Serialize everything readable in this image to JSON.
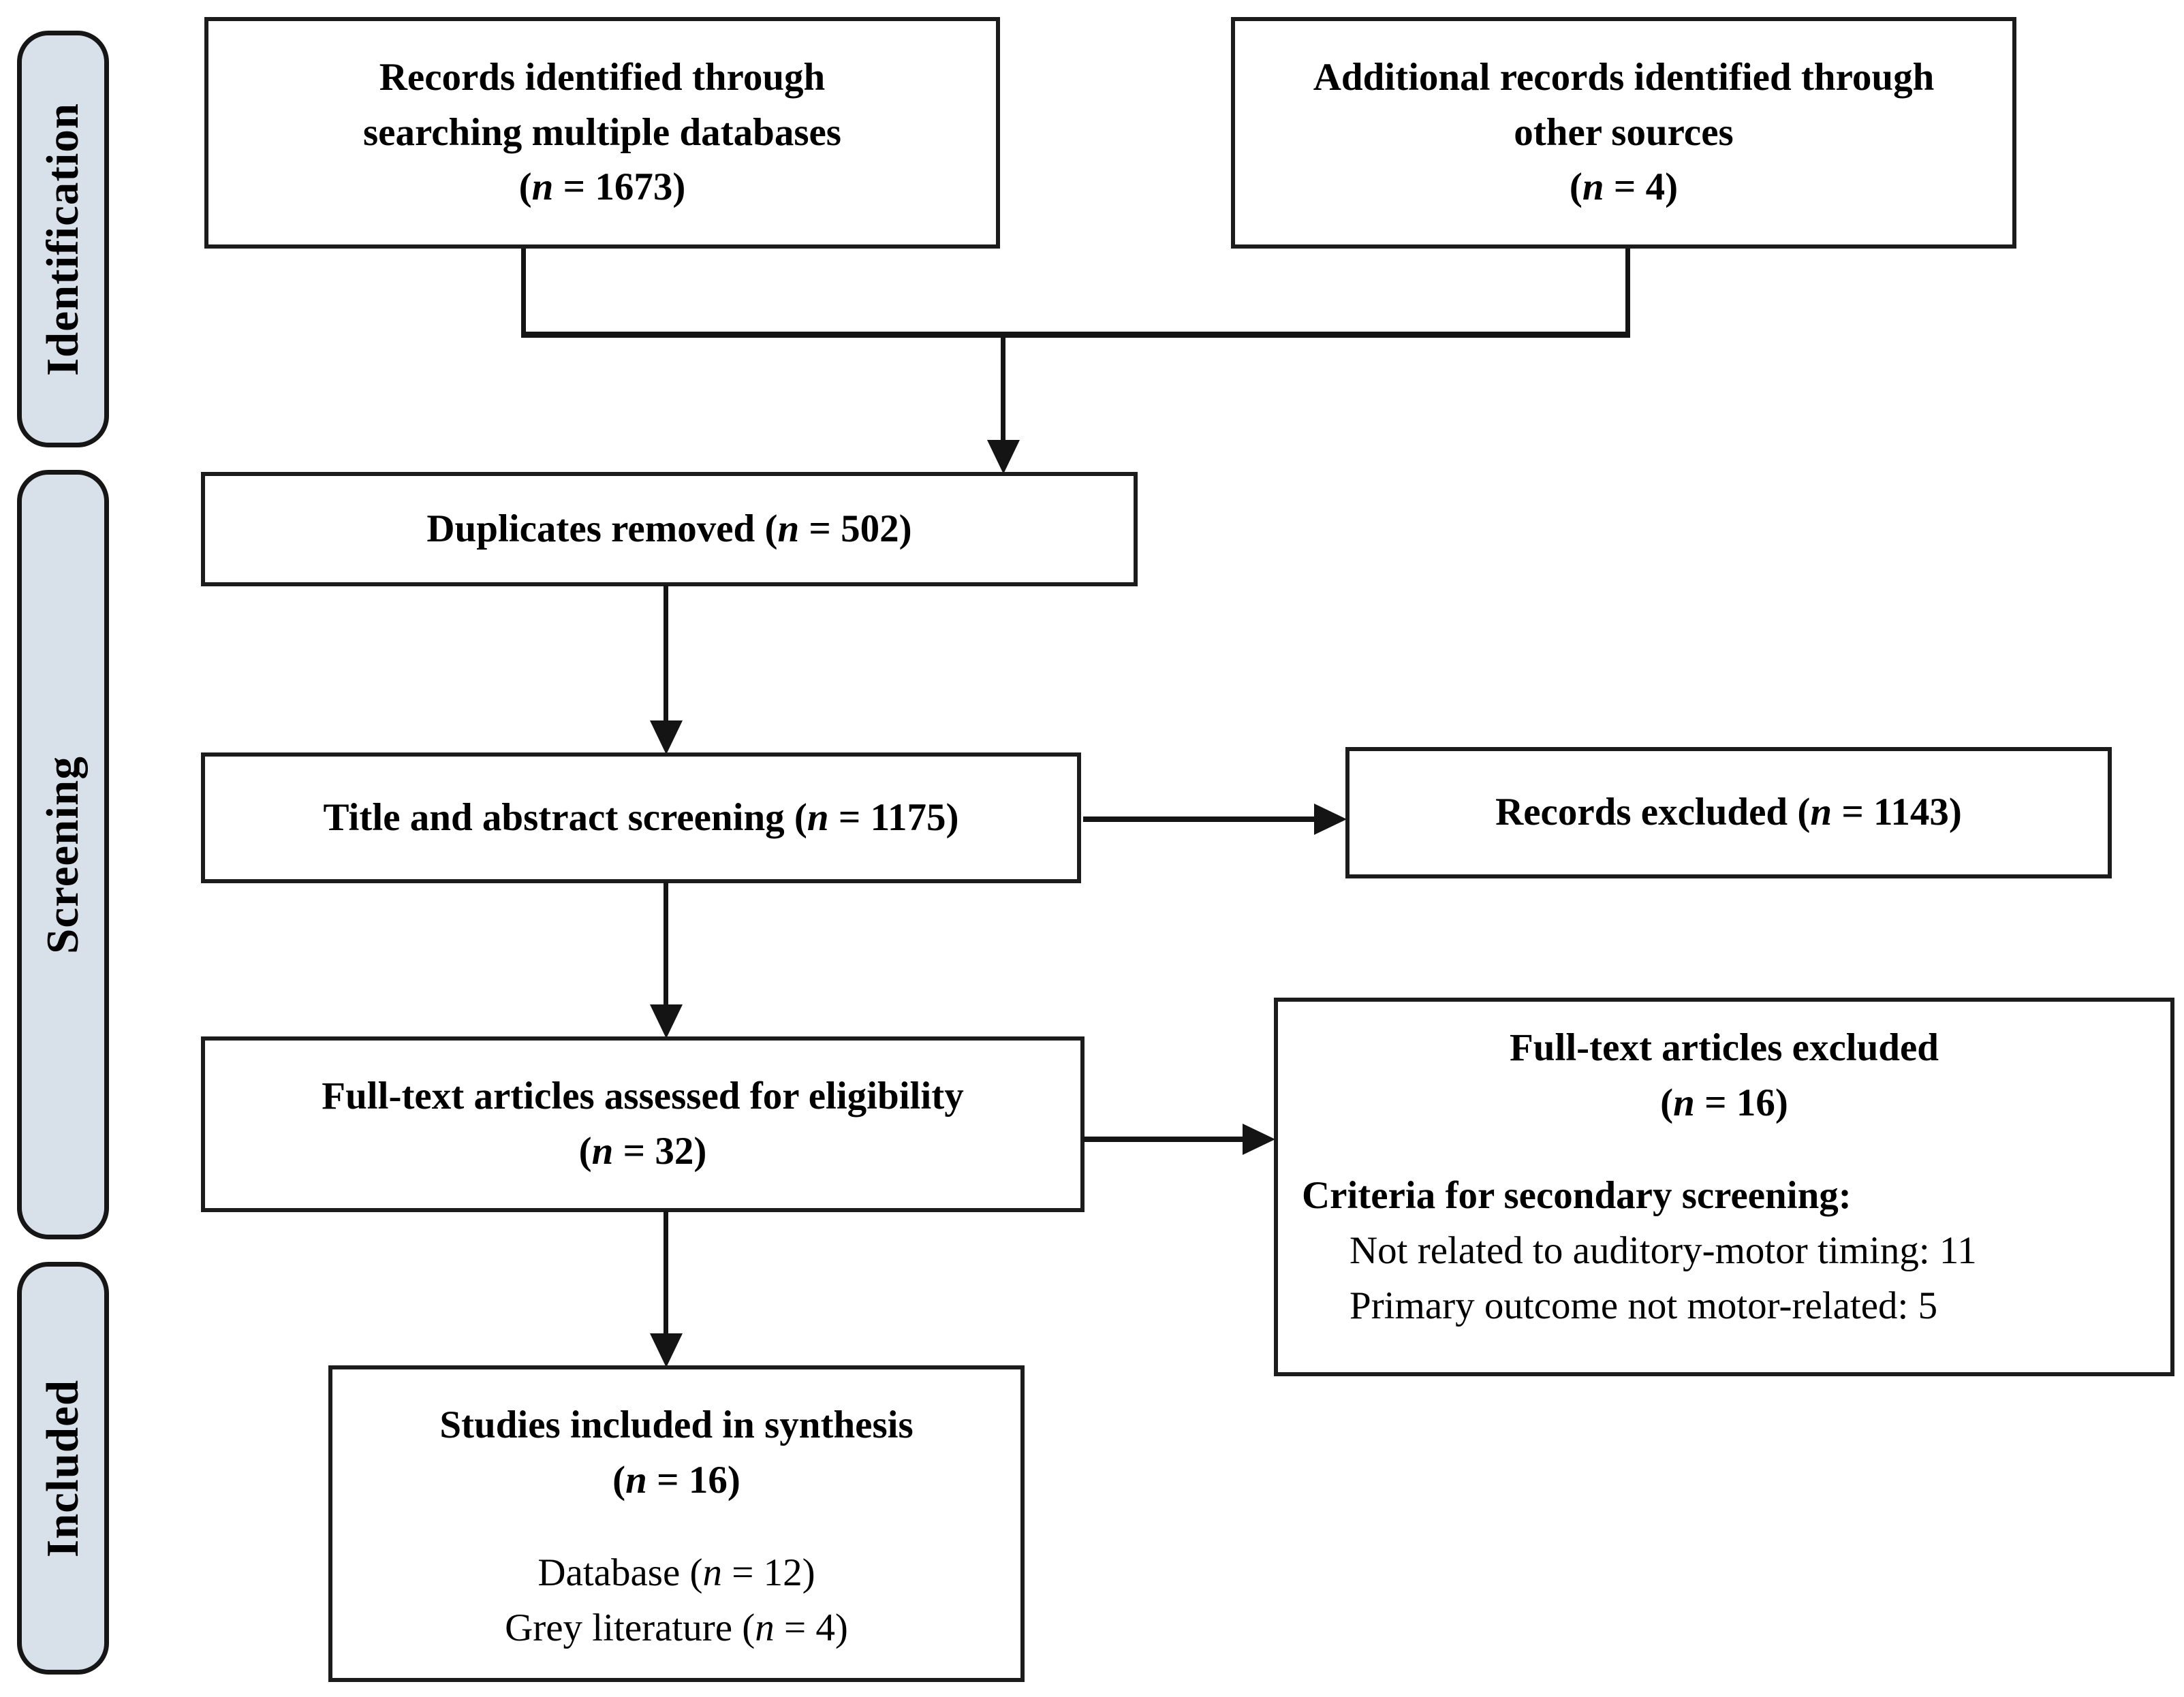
{
  "page": {
    "background": "#ffffff",
    "line_color": "#141414",
    "stage_fill": "#d8e1ea"
  },
  "stages": {
    "identification": "Identification",
    "screening": "Screening",
    "included": "Included"
  },
  "boxes": {
    "records_identified": {
      "line1": "Records identified through",
      "line2": "searching multiple databases",
      "count": "(n = 1673)"
    },
    "additional_records": {
      "line1": "Additional records identified through",
      "line2": "other sources",
      "count": "(n = 4)"
    },
    "duplicates_removed": {
      "text": "Duplicates removed (n = 502)"
    },
    "title_abstract_screening": {
      "text": "Title and abstract screening (n = 1175)"
    },
    "records_excluded": {
      "text": "Records excluded (n = 1143)"
    },
    "fulltext_assessed": {
      "line1": "Full-text articles assessed for eligibility",
      "count": "(n = 32)"
    },
    "fulltext_excluded": {
      "title": "Full-text articles excluded",
      "count": "(n = 16)",
      "criteria_heading": "Criteria for secondary screening:",
      "criteria": [
        "Not related to auditory-motor timing: 11",
        "Primary outcome not motor-related: 5"
      ]
    },
    "studies_included": {
      "title": "Studies included in synthesis",
      "count": "(n = 16)",
      "details": [
        "Database (n = 12)",
        "Grey literature (n = 4)"
      ]
    }
  }
}
